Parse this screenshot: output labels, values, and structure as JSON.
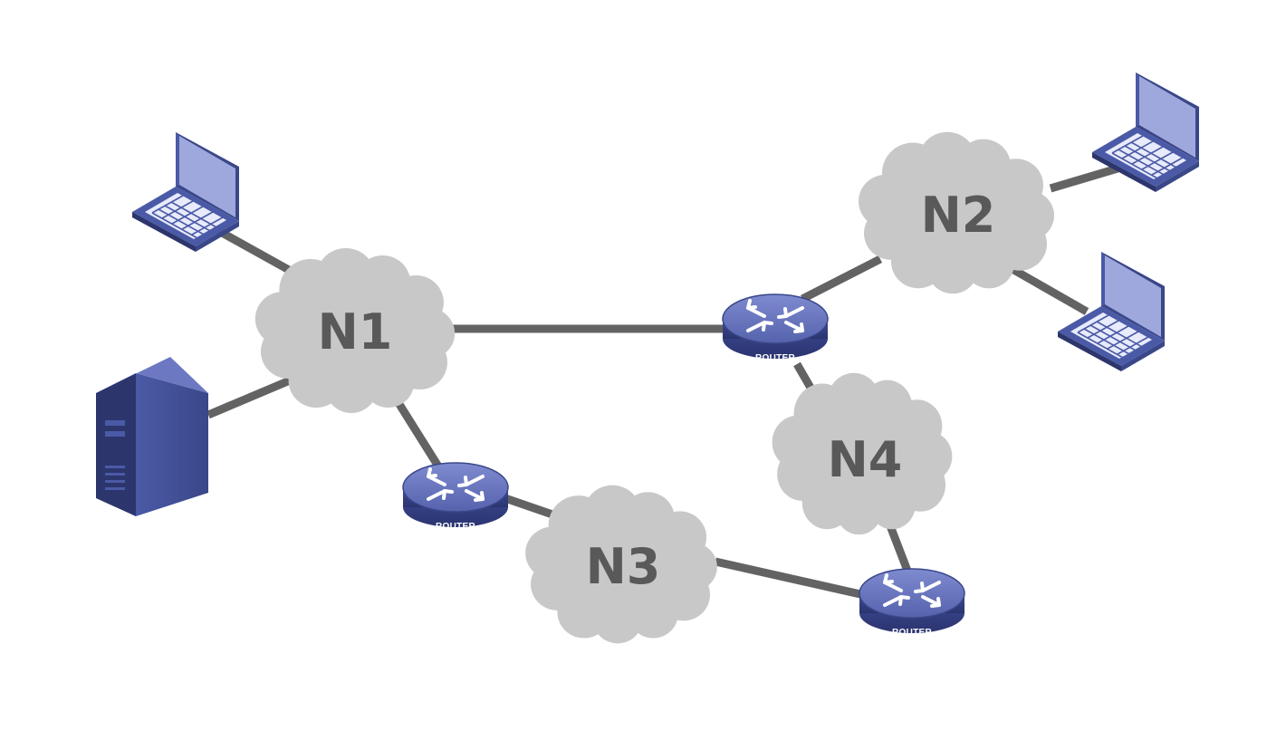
{
  "diagram": {
    "type": "network-topology",
    "networks": [
      {
        "id": "N1",
        "label": "N1"
      },
      {
        "id": "N2",
        "label": "N2"
      },
      {
        "id": "N3",
        "label": "N3"
      },
      {
        "id": "N4",
        "label": "N4"
      }
    ],
    "routers": [
      {
        "id": "r1",
        "label": "ROUTER"
      },
      {
        "id": "r2",
        "label": "ROUTER"
      },
      {
        "id": "r3",
        "label": "ROUTER"
      }
    ],
    "hosts": [
      {
        "id": "laptop-1",
        "kind": "laptop-icon"
      },
      {
        "id": "laptop-2",
        "kind": "laptop-icon"
      },
      {
        "id": "laptop-3",
        "kind": "laptop-icon"
      },
      {
        "id": "server-1",
        "kind": "server-icon"
      }
    ],
    "links": [
      [
        "laptop-1",
        "N1"
      ],
      [
        "server-1",
        "N1"
      ],
      [
        "N1",
        "r1"
      ],
      [
        "N1",
        "r2"
      ],
      [
        "r1",
        "N2"
      ],
      [
        "N2",
        "laptop-2"
      ],
      [
        "N2",
        "laptop-3"
      ],
      [
        "r1",
        "N4"
      ],
      [
        "N4",
        "r3"
      ],
      [
        "r2",
        "N3"
      ],
      [
        "N3",
        "r3"
      ]
    ],
    "colors": {
      "cloud": "#c8c8c8",
      "cloud_text": "#595959",
      "link": "#636363",
      "device_blue": "#4a5a9f",
      "device_light": "#9fa8dc",
      "device_dark": "#2c356c"
    }
  }
}
